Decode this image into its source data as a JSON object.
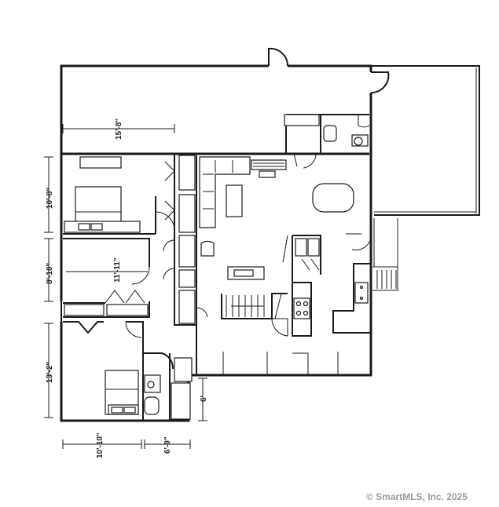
{
  "dimensions": {
    "garage_width": "15'-8\"",
    "bedroom1_depth": "10'-8\"",
    "bedroom2_depth": "8'-10\"",
    "bedroom2_width": "11'-11\"",
    "bedroom3_depth": "13'-2\"",
    "bottom_left_width": "10'-10\"",
    "bath_width": "6'-9\"",
    "bath_depth": "6'"
  },
  "watermark": "© SmartMLS, Inc.  2025"
}
